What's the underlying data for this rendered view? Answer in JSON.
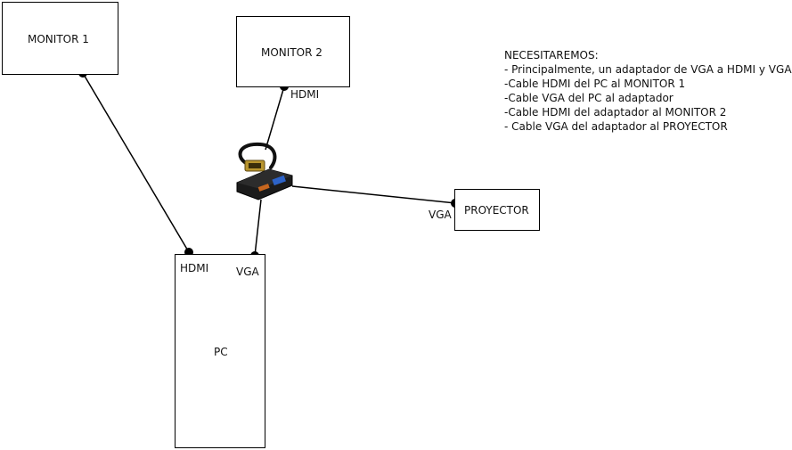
{
  "diagram": {
    "monitor1": {
      "label": "MONITOR 1"
    },
    "monitor2": {
      "label": "MONITOR 2",
      "port": "HDMI"
    },
    "proyector": {
      "label": "PROYECTOR",
      "port": "VGA"
    },
    "pc": {
      "label": "PC",
      "port_hdmi": "HDMI",
      "port_vga": "VGA"
    },
    "adapter": {
      "icon": "vga-hdmi-adapter-icon"
    }
  },
  "notes": {
    "heading": "NECESITAREMOS:",
    "items": [
      "- Principalmente, un adaptador de VGA a HDMI y VGA",
      "-Cable HDMI del PC al MONITOR 1",
      "-Cable VGA del PC al adaptador",
      "-Cable HDMI del adaptador al MONITOR 2",
      "- Cable VGA del adaptador al PROYECTOR"
    ]
  },
  "colors": {
    "line": "#000000",
    "background": "#ffffff"
  }
}
